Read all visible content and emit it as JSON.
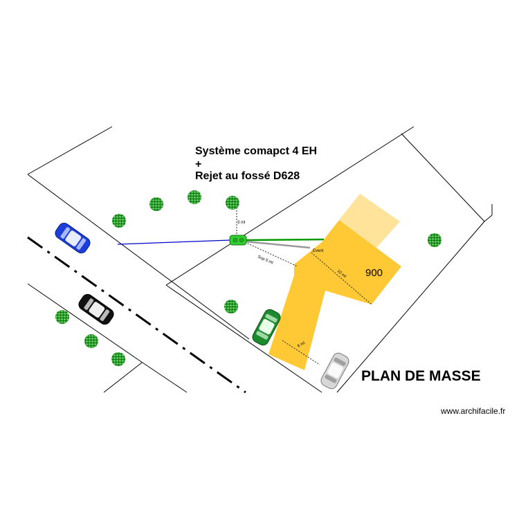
{
  "title": {
    "line1": "Système comapct 4 EH",
    "line2": "+",
    "line3": "Rejet au fossé D628"
  },
  "plan_label": "PLAN DE MASSE",
  "website": "www.archifacile.fr",
  "house": {
    "area_label": "900",
    "color_main": "#FFC936",
    "color_annex": "#FFE39A"
  },
  "dimensions": {
    "d1": "3 ml",
    "d2": "Sup 5 ml",
    "d3": "10 ml",
    "d4": "6 ml",
    "vent": "Event"
  },
  "colors": {
    "tank": "#33CC33",
    "pipe_outlet": "#0000CC",
    "pipe_inlet": "#009900",
    "vent_pipe": "#999999",
    "tree": "#22AA22"
  },
  "icons": {
    "tree": "tree-icon",
    "car": "car-icon",
    "tank": "septic-tank-icon"
  }
}
